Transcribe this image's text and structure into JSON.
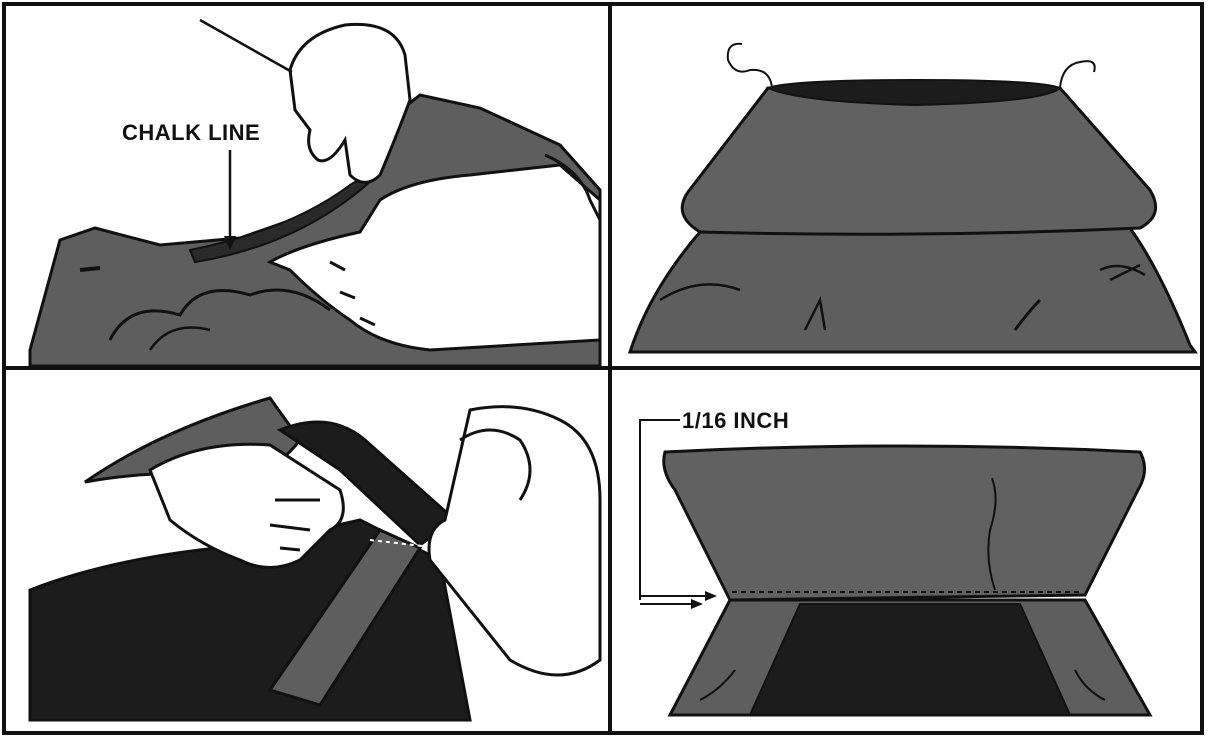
{
  "figure": {
    "panels": [
      {
        "id": "panel-1",
        "label": "CHALK LINE"
      },
      {
        "id": "panel-2",
        "label": ""
      },
      {
        "id": "panel-3",
        "label": ""
      },
      {
        "id": "panel-4",
        "label": "1/16 INCH"
      }
    ],
    "colors": {
      "fabric": "#5e5e5e",
      "dark_fabric": "#1c1c1c",
      "outline": "#111111",
      "background": "#ffffff"
    }
  }
}
